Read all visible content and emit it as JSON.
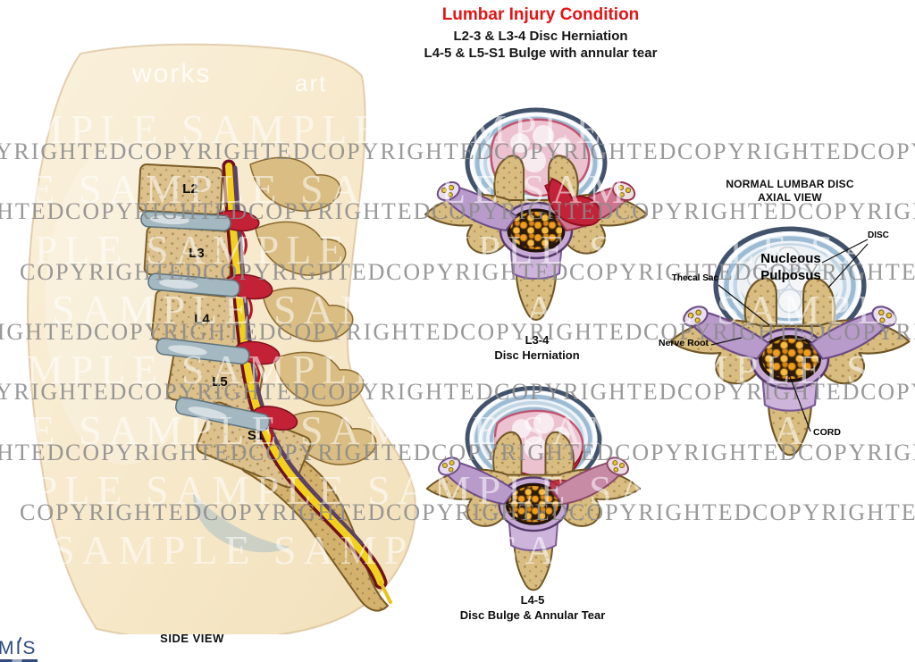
{
  "header": {
    "title": "Lumbar Injury Condition",
    "subtitle_line1": "L2-3 & L3-4 Disc Herniation",
    "subtitle_line2": "L4-5 & L5-S1 Bulge with annular tear"
  },
  "side_view": {
    "caption": "SIDE VIEW",
    "vertebra_labels": [
      "L2",
      "L3",
      "L4",
      "L5",
      "S1"
    ]
  },
  "axial_views": {
    "herniation": {
      "level": "L3-4",
      "finding": "Disc Herniation"
    },
    "bulge": {
      "level": "L4-5",
      "finding": "Disc Bulge & Annular Tear"
    },
    "normal": {
      "heading_line1": "NORMAL LUMBAR DISC",
      "heading_line2": "AXIAL VIEW",
      "labels": {
        "disc": "DISC",
        "nucleus": "Nucleous Pulposus",
        "thecal_sac": "Thecal Sac",
        "nerve_root": "Nerve Root",
        "cord": "CORD"
      }
    }
  },
  "watermarks": {
    "copyrighted": "COPYRIGHTED",
    "sample": "SAMPLE",
    "fragment_works": "works",
    "fragment_art": "art"
  },
  "logo": {
    "text": "MIS"
  },
  "colors": {
    "title_red": "#e31515",
    "watermark_gray": "#8b8b8b",
    "skin": "#f7ead0",
    "bone_tan": "#d8bc80",
    "disc_blue": "#c7dae8",
    "herniation_red": "#c22338",
    "nerve_purple": "#b89bca",
    "cord_yellow": "#f2d01e",
    "canal_dots_orange": "#ef9d1e"
  }
}
